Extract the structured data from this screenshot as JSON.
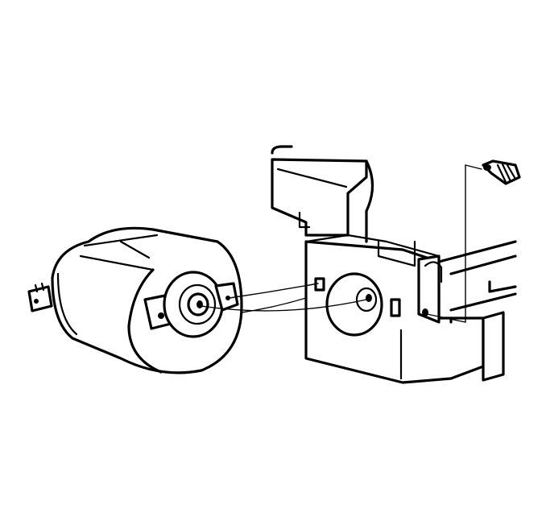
{
  "diagram": {
    "parts": [
      {
        "id": "actuator-motor",
        "icon": "cylindrical-actuator"
      },
      {
        "id": "housing-bracket",
        "icon": "mounting-housing"
      },
      {
        "id": "mounting-screw",
        "icon": "screw"
      }
    ],
    "colors": {
      "line": "#000000",
      "background": "#ffffff"
    }
  }
}
